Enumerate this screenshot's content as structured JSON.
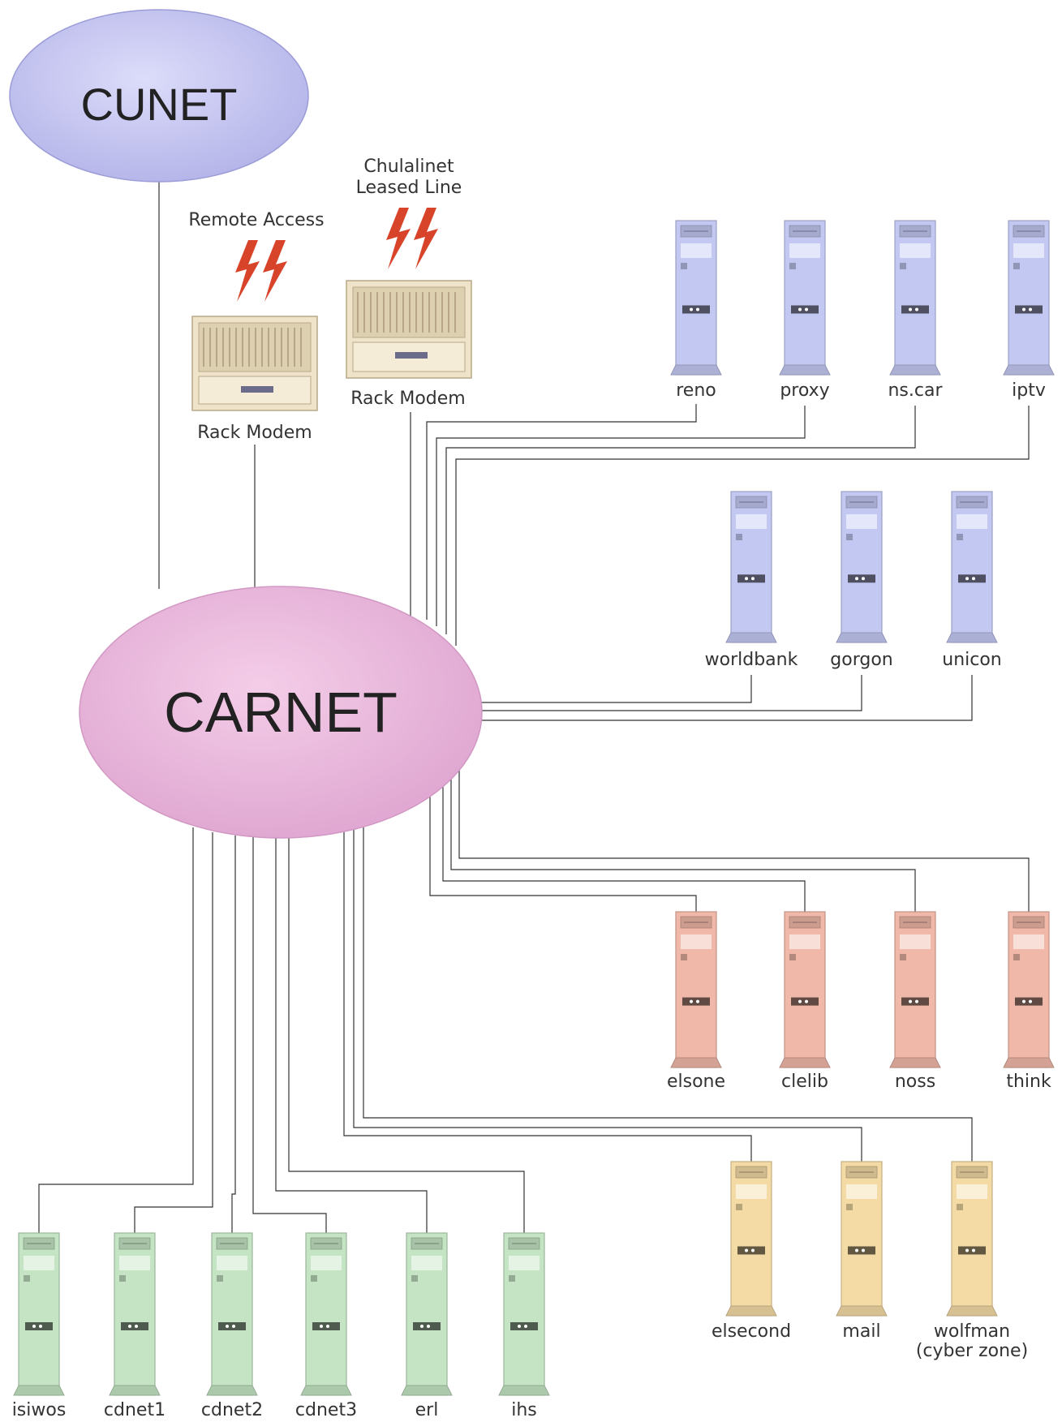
{
  "networks": {
    "cunet": "CUNET",
    "carnet": "CARNET"
  },
  "devices": {
    "remote_access_label": "Remote Access",
    "chulalinet_line1": "Chulalinet",
    "chulalinet_line2": "Leased Line",
    "rack_modem_1": "Rack Modem",
    "rack_modem_2": "Rack Modem"
  },
  "servers": {
    "blue_top": [
      "reno",
      "proxy",
      "ns.car",
      "iptv"
    ],
    "blue_mid": [
      "worldbank",
      "gorgon",
      "unicon"
    ],
    "red": [
      "elsone",
      "clelib",
      "noss",
      "think"
    ],
    "yellow": [
      "elsecond",
      "mail",
      "wolfman"
    ],
    "yellow_sub": "(cyber zone)",
    "green": [
      "isiwos",
      "cdnet1",
      "cdnet2",
      "cdnet3",
      "erl",
      "ihs"
    ]
  },
  "colors": {
    "cunet_fill": "#c6c6f2",
    "carnet_fill": "#eab8dc",
    "blue_server": "#c3c8f2",
    "red_server": "#f0b8a8",
    "yellow_server": "#f4dba6",
    "green_server": "#c4e4c4",
    "lightning": "#d8442a"
  },
  "icons": [
    "server-icon",
    "rack-modem-icon",
    "lightning-icon"
  ]
}
